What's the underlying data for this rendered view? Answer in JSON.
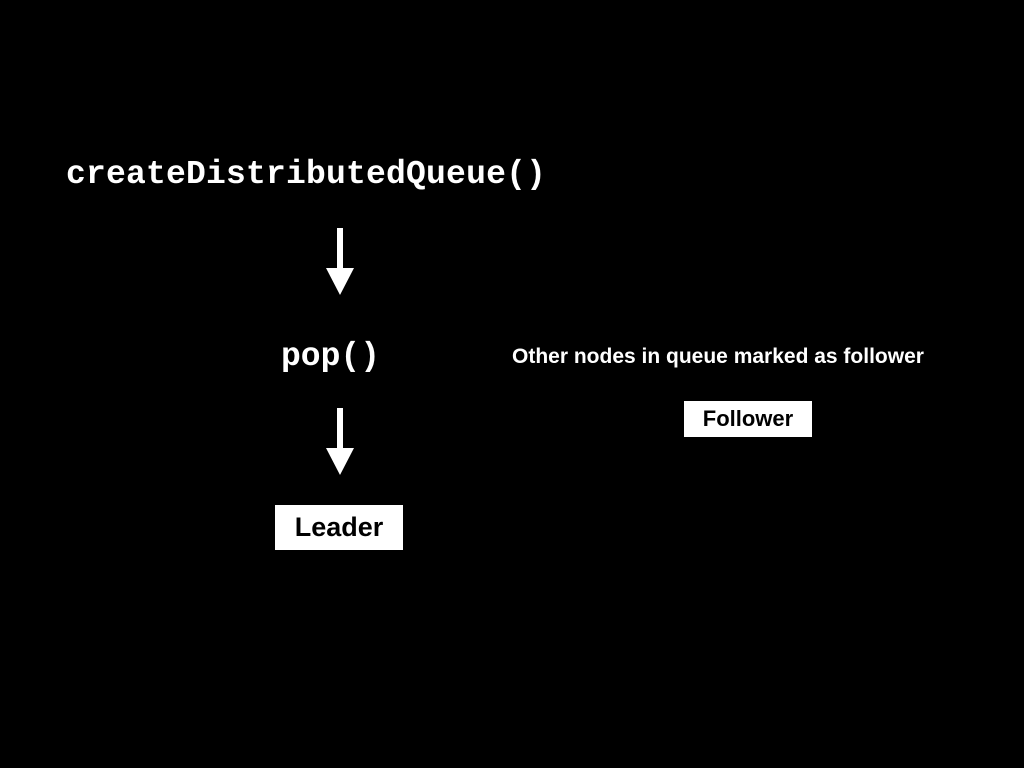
{
  "slide": {
    "background_color": "#000000",
    "text_color": "#ffffff",
    "call_create": "createDistributedQueue()",
    "call_pop": "pop()",
    "note_text": "Other nodes in queue marked as follower",
    "leader_label": "Leader",
    "follower_label": "Follower"
  },
  "icons": {
    "arrow_1": "arrow-down-icon",
    "arrow_2": "arrow-down-icon"
  }
}
